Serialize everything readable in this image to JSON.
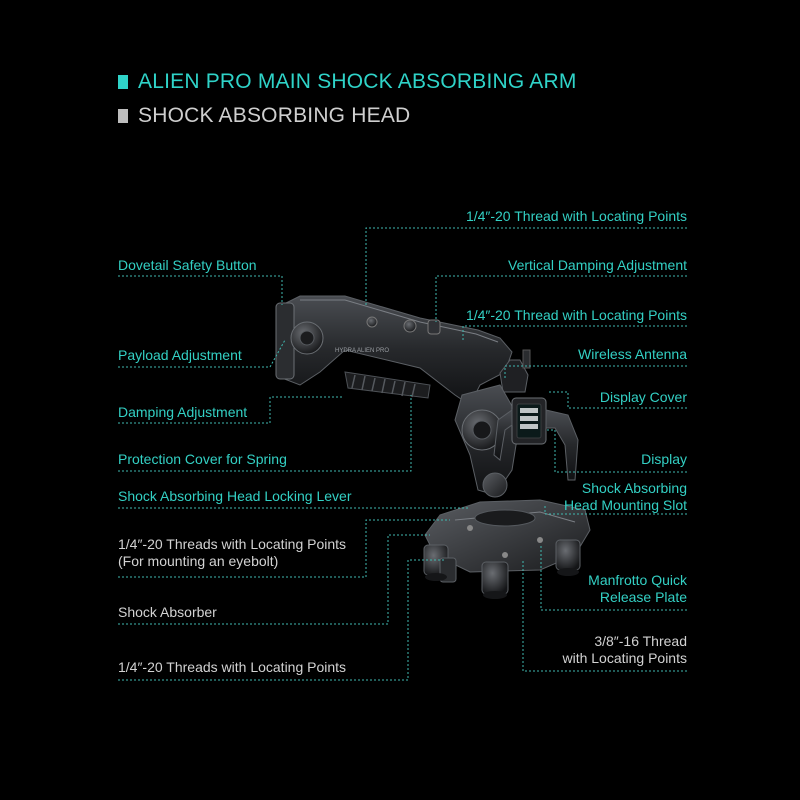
{
  "headers": {
    "main": "ALIEN PRO MAIN SHOCK ABSORBING ARM",
    "sub": "SHOCK ABSORBING HEAD"
  },
  "product_marking": "HYDRA ALIEN PRO",
  "colors": {
    "accent": "#2fd3c8",
    "leader": "#3fb9b0",
    "text_grey": "#d2d2d2",
    "background": "#000000"
  },
  "labels": {
    "thread_top": "1/4″-20 Thread with Locating Points",
    "dovetail": "Dovetail Safety Button",
    "vertical_damping": "Vertical Damping Adjustment",
    "thread_mid": "1/4″-20 Thread with Locating Points",
    "payload": "Payload Adjustment",
    "wireless": "Wireless Antenna",
    "display_cover": "Display Cover",
    "damping": "Damping Adjustment",
    "protection_cover": "Protection Cover for Spring",
    "display": "Display",
    "locking_lever": "Shock Absorbing Head Locking Lever",
    "head_slot_1": "Shock Absorbing",
    "head_slot_2": "Head Mounting Slot",
    "threads_eyebolt_1": "1/4″-20 Threads with Locating Points",
    "threads_eyebolt_2": "(For mounting an eyebolt)",
    "manfrotto_1": "Manfrotto Quick",
    "manfrotto_2": "Release Plate",
    "shock_absorber": "Shock Absorber",
    "thread_38_1": "3/8″-16 Thread",
    "thread_38_2": "with Locating Points",
    "threads_bottom": "1/4″-20 Threads with Locating Points"
  }
}
